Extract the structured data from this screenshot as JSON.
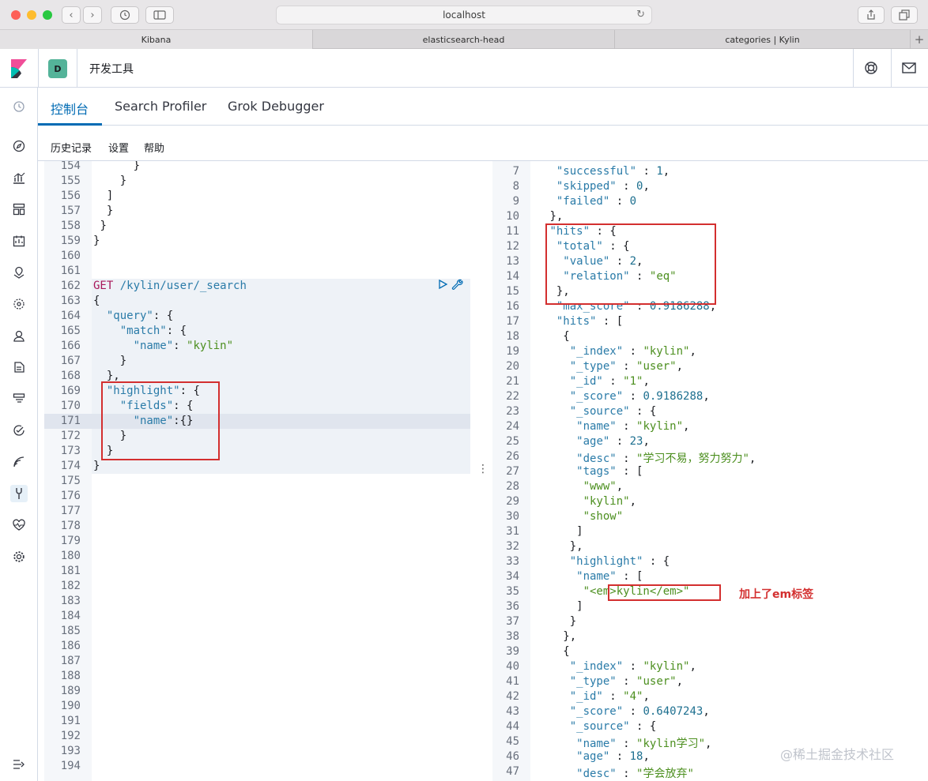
{
  "browser": {
    "url": "localhost",
    "tabs": [
      "Kibana",
      "elasticsearch-head",
      "categories | Kylin"
    ],
    "plus": "+"
  },
  "header": {
    "avatar": "D",
    "title": "开发工具"
  },
  "app_tabs": [
    "控制台",
    "Search Profiler",
    "Grok Debugger"
  ],
  "menu": [
    "历史记录",
    "设置",
    "帮助"
  ],
  "request_lines": [
    {
      "n": "154",
      "t": "      }"
    },
    {
      "n": "155",
      "t": "    }"
    },
    {
      "n": "156",
      "t": "  ]"
    },
    {
      "n": "157",
      "t": "  }"
    },
    {
      "n": "158",
      "t": " }"
    },
    {
      "n": "159",
      "t": "}"
    },
    {
      "n": "160",
      "t": ""
    },
    {
      "n": "161",
      "t": ""
    },
    {
      "n": "162",
      "t": "GET /kylin/user/_search"
    },
    {
      "n": "163",
      "t": "{"
    },
    {
      "n": "164",
      "t": "  \"query\": {"
    },
    {
      "n": "165",
      "t": "    \"match\": {"
    },
    {
      "n": "166",
      "t": "      \"name\": \"kylin\""
    },
    {
      "n": "167",
      "t": "    }"
    },
    {
      "n": "168",
      "t": "  },"
    },
    {
      "n": "169",
      "t": "  \"highlight\": {"
    },
    {
      "n": "170",
      "t": "    \"fields\": {"
    },
    {
      "n": "171",
      "t": "      \"name\":{}"
    },
    {
      "n": "172",
      "t": "    }"
    },
    {
      "n": "173",
      "t": "  }"
    },
    {
      "n": "174",
      "t": "}"
    },
    {
      "n": "175",
      "t": ""
    },
    {
      "n": "176",
      "t": ""
    },
    {
      "n": "177",
      "t": ""
    },
    {
      "n": "178",
      "t": ""
    },
    {
      "n": "179",
      "t": ""
    },
    {
      "n": "180",
      "t": ""
    },
    {
      "n": "181",
      "t": ""
    },
    {
      "n": "182",
      "t": ""
    },
    {
      "n": "183",
      "t": ""
    },
    {
      "n": "184",
      "t": ""
    },
    {
      "n": "185",
      "t": ""
    },
    {
      "n": "186",
      "t": ""
    },
    {
      "n": "187",
      "t": ""
    },
    {
      "n": "188",
      "t": ""
    },
    {
      "n": "189",
      "t": ""
    },
    {
      "n": "190",
      "t": ""
    },
    {
      "n": "191",
      "t": ""
    },
    {
      "n": "192",
      "t": ""
    },
    {
      "n": "193",
      "t": ""
    },
    {
      "n": "194",
      "t": ""
    }
  ],
  "response_lines": [
    {
      "n": "7",
      "t": "  \"successful\" : 1,"
    },
    {
      "n": "8",
      "t": "  \"skipped\" : 0,"
    },
    {
      "n": "9",
      "t": "  \"failed\" : 0"
    },
    {
      "n": "10",
      "t": " },"
    },
    {
      "n": "11",
      "t": " \"hits\" : {"
    },
    {
      "n": "12",
      "t": "  \"total\" : {"
    },
    {
      "n": "13",
      "t": "   \"value\" : 2,"
    },
    {
      "n": "14",
      "t": "   \"relation\" : \"eq\""
    },
    {
      "n": "15",
      "t": "  },"
    },
    {
      "n": "16",
      "t": "  \"max_score\" : 0.9186288,"
    },
    {
      "n": "17",
      "t": "  \"hits\" : ["
    },
    {
      "n": "18",
      "t": "   {"
    },
    {
      "n": "19",
      "t": "    \"_index\" : \"kylin\","
    },
    {
      "n": "20",
      "t": "    \"_type\" : \"user\","
    },
    {
      "n": "21",
      "t": "    \"_id\" : \"1\","
    },
    {
      "n": "22",
      "t": "    \"_score\" : 0.9186288,"
    },
    {
      "n": "23",
      "t": "    \"_source\" : {"
    },
    {
      "n": "24",
      "t": "     \"name\" : \"kylin\","
    },
    {
      "n": "25",
      "t": "     \"age\" : 23,"
    },
    {
      "n": "26",
      "t": "     \"desc\" : \"学习不易，努力努力\","
    },
    {
      "n": "27",
      "t": "     \"tags\" : ["
    },
    {
      "n": "28",
      "t": "      \"www\","
    },
    {
      "n": "29",
      "t": "      \"kylin\","
    },
    {
      "n": "30",
      "t": "      \"show\""
    },
    {
      "n": "31",
      "t": "     ]"
    },
    {
      "n": "32",
      "t": "    },"
    },
    {
      "n": "33",
      "t": "    \"highlight\" : {"
    },
    {
      "n": "34",
      "t": "     \"name\" : ["
    },
    {
      "n": "35",
      "t": "      \"<em>kylin</em>\""
    },
    {
      "n": "36",
      "t": "     ]"
    },
    {
      "n": "37",
      "t": "    }"
    },
    {
      "n": "38",
      "t": "   },"
    },
    {
      "n": "39",
      "t": "   {"
    },
    {
      "n": "40",
      "t": "    \"_index\" : \"kylin\","
    },
    {
      "n": "41",
      "t": "    \"_type\" : \"user\","
    },
    {
      "n": "42",
      "t": "    \"_id\" : \"4\","
    },
    {
      "n": "43",
      "t": "    \"_score\" : 0.6407243,"
    },
    {
      "n": "44",
      "t": "    \"_source\" : {"
    },
    {
      "n": "45",
      "t": "     \"name\" : \"kylin学习\","
    },
    {
      "n": "46",
      "t": "     \"age\" : 18,"
    },
    {
      "n": "47",
      "t": "     \"desc\" : \"学会放弃\""
    }
  ],
  "annotation": "加上了em标签",
  "watermark": "@稀土掘金技术社区"
}
